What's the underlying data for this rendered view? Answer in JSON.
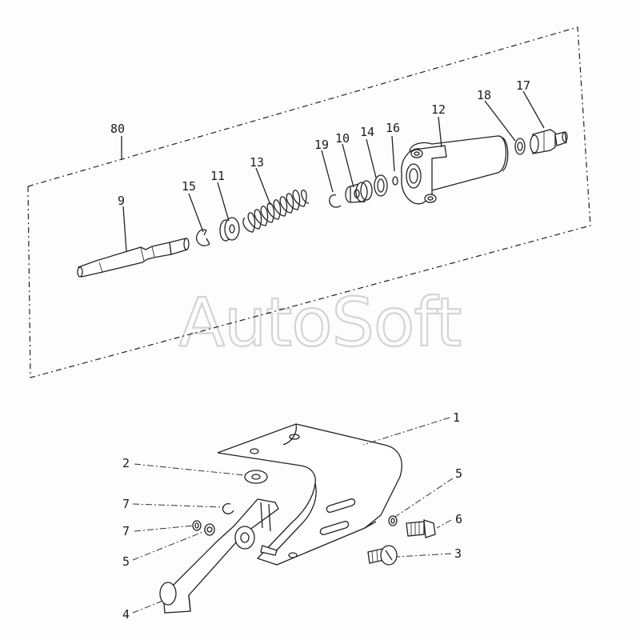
{
  "watermark": {
    "text": "AutoSoft"
  },
  "callouts": {
    "c80": "80",
    "c9": "9",
    "c15": "15",
    "c11": "11",
    "c13": "13",
    "c19": "19",
    "c10": "10",
    "c14": "14",
    "c16": "16",
    "c12": "12",
    "c18": "18",
    "c17": "17",
    "c1": "1",
    "c2": "2",
    "c7a": "7",
    "c7b": "7",
    "c5a": "5",
    "c4": "4",
    "c5b": "5",
    "c6": "6",
    "c3": "3"
  },
  "colors": {
    "ink": "#222222",
    "watermark": "#d4d4d4",
    "paper": "#fdfdfd"
  }
}
